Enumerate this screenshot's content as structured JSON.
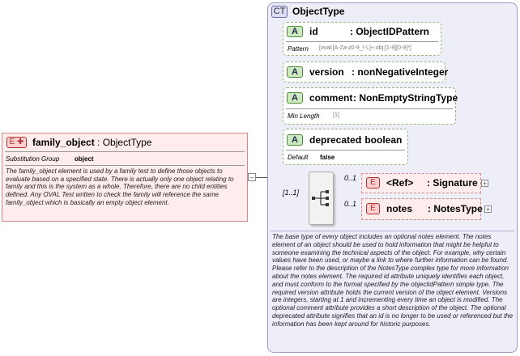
{
  "complex_type": {
    "badge": "CT",
    "name": "ObjectType",
    "description": "The base type of every object includes an optional notes element. The notes element of an object should be used to hold information that might be helpful to someone examining the technical aspects of the object. For example, why certain values have been used, or maybe a link to where further information can be found. Please refer to the description of the NotesType complex type for more information about the notes element. The required id attribute uniquely identifies each object, and must conform to the format specified by the objectidPattern simple type. The required version attribute holds the current version of the object element. Versions are integers, starting at 1 and incrementing every time an object is modified. The optional comment attribute provides a short description of the object. The optional deprecated attribute signifies that an id is no longer to be used or referenced but the information has been kept around for historic purposes."
  },
  "element": {
    "badge": "E",
    "name": "family_object",
    "type": ": ObjectType",
    "substitution_label": "Substitution Group",
    "substitution_value": "object",
    "description": "The family_object element is used by a family test to define those objects to evaluate based on a specified state. There is actually only one object relating to family and this is the system as a whole. Therefore, there are no child entities defined. Any OVAL Test written to check the family will reference the same family_object which is basically an empty object element."
  },
  "attributes": [
    {
      "badge": "A",
      "name": "id",
      "type": ": ObjectIDPattern",
      "facet_label": "Pattern",
      "facet_value": "[oval:[A-Za-z0-9_\\-\\.]+:obj:[1-9][0-9]*]"
    },
    {
      "badge": "A",
      "name": "version",
      "type": ": nonNegativeInteger"
    },
    {
      "badge": "A",
      "name": "comment",
      "type": ": NonEmptyStringType",
      "facet_label": "Min Length",
      "facet_value": "[1]"
    },
    {
      "badge": "A",
      "name": "deprecated",
      "type": ": boolean",
      "facet_label": "Default",
      "facet_value": "false"
    }
  ],
  "sequence": {
    "multiplicity": "[1..1]",
    "children": [
      {
        "badge": "E",
        "name": "<Ref>",
        "type": ": Signature",
        "multiplicity": "0..1"
      },
      {
        "badge": "E",
        "name": "notes",
        "type": ": NotesType",
        "multiplicity": "0..1"
      }
    ]
  },
  "icons": {
    "element_badge": "element-icon",
    "attribute_badge": "attribute-icon",
    "sequence": "sequence-icon",
    "expand": "plus-icon",
    "collapse": "minus-icon"
  },
  "colors": {
    "element_fill": "#ffecec",
    "element_border": "#d48a8a",
    "complex_type_fill": "#eeeef8",
    "complex_type_border": "#9a9ac4",
    "attribute_border": "#8fb47d"
  }
}
